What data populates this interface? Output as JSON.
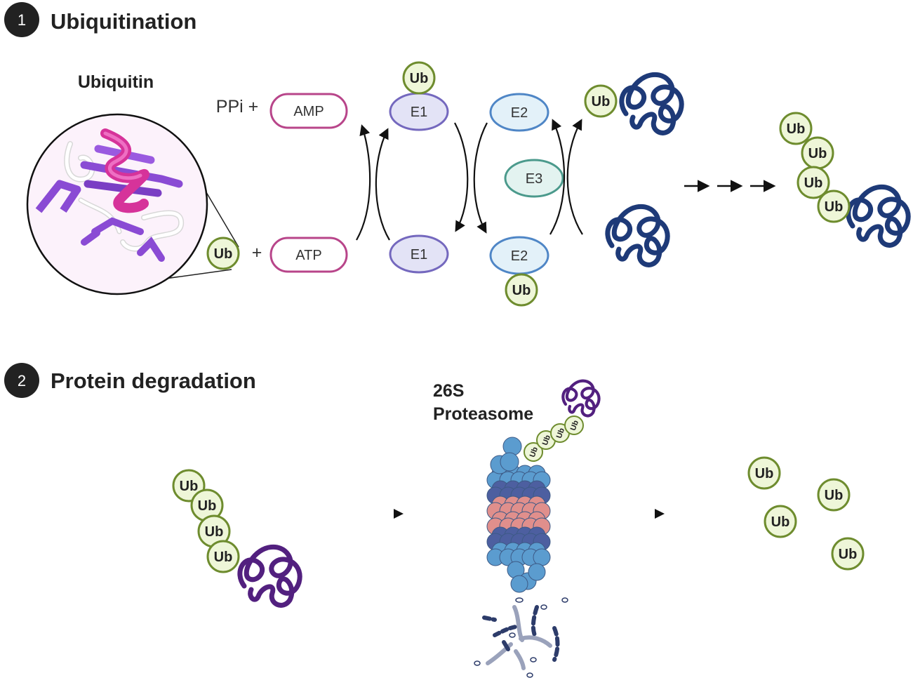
{
  "sections": [
    {
      "number": "1",
      "title": "Ubiquitination"
    },
    {
      "number": "2",
      "title": "Protein degradation"
    }
  ],
  "ubiquitination": {
    "structure_label": "Ubiquitin",
    "ppi_text": "PPi +",
    "plus_text": "+",
    "amp": "AMP",
    "atp": "ATP",
    "e1": "E1",
    "e2": "E2",
    "e3": "E3",
    "ub": "Ub"
  },
  "degradation": {
    "proteasome_line1": "26S",
    "proteasome_line2": "Proteasome",
    "ub": "Ub"
  },
  "colors": {
    "ub_fill": "#eef6d8",
    "ub_stroke": "#6e8c2e",
    "pill_stroke": "#b8458a",
    "e1_fill": "#e3e3f6",
    "e1_stroke": "#7468be",
    "e2_fill": "#e3f1f9",
    "e2_stroke": "#4f86c6",
    "e3_fill": "#e3f3f0",
    "e3_stroke": "#4b9a8c",
    "protein_navy": "#1e3a78",
    "protein_purple": "#52207f",
    "proteasome_blue": "#5b9ccf",
    "proteasome_dark": "#4d5fa0",
    "proteasome_salmon": "#e08f8c"
  }
}
